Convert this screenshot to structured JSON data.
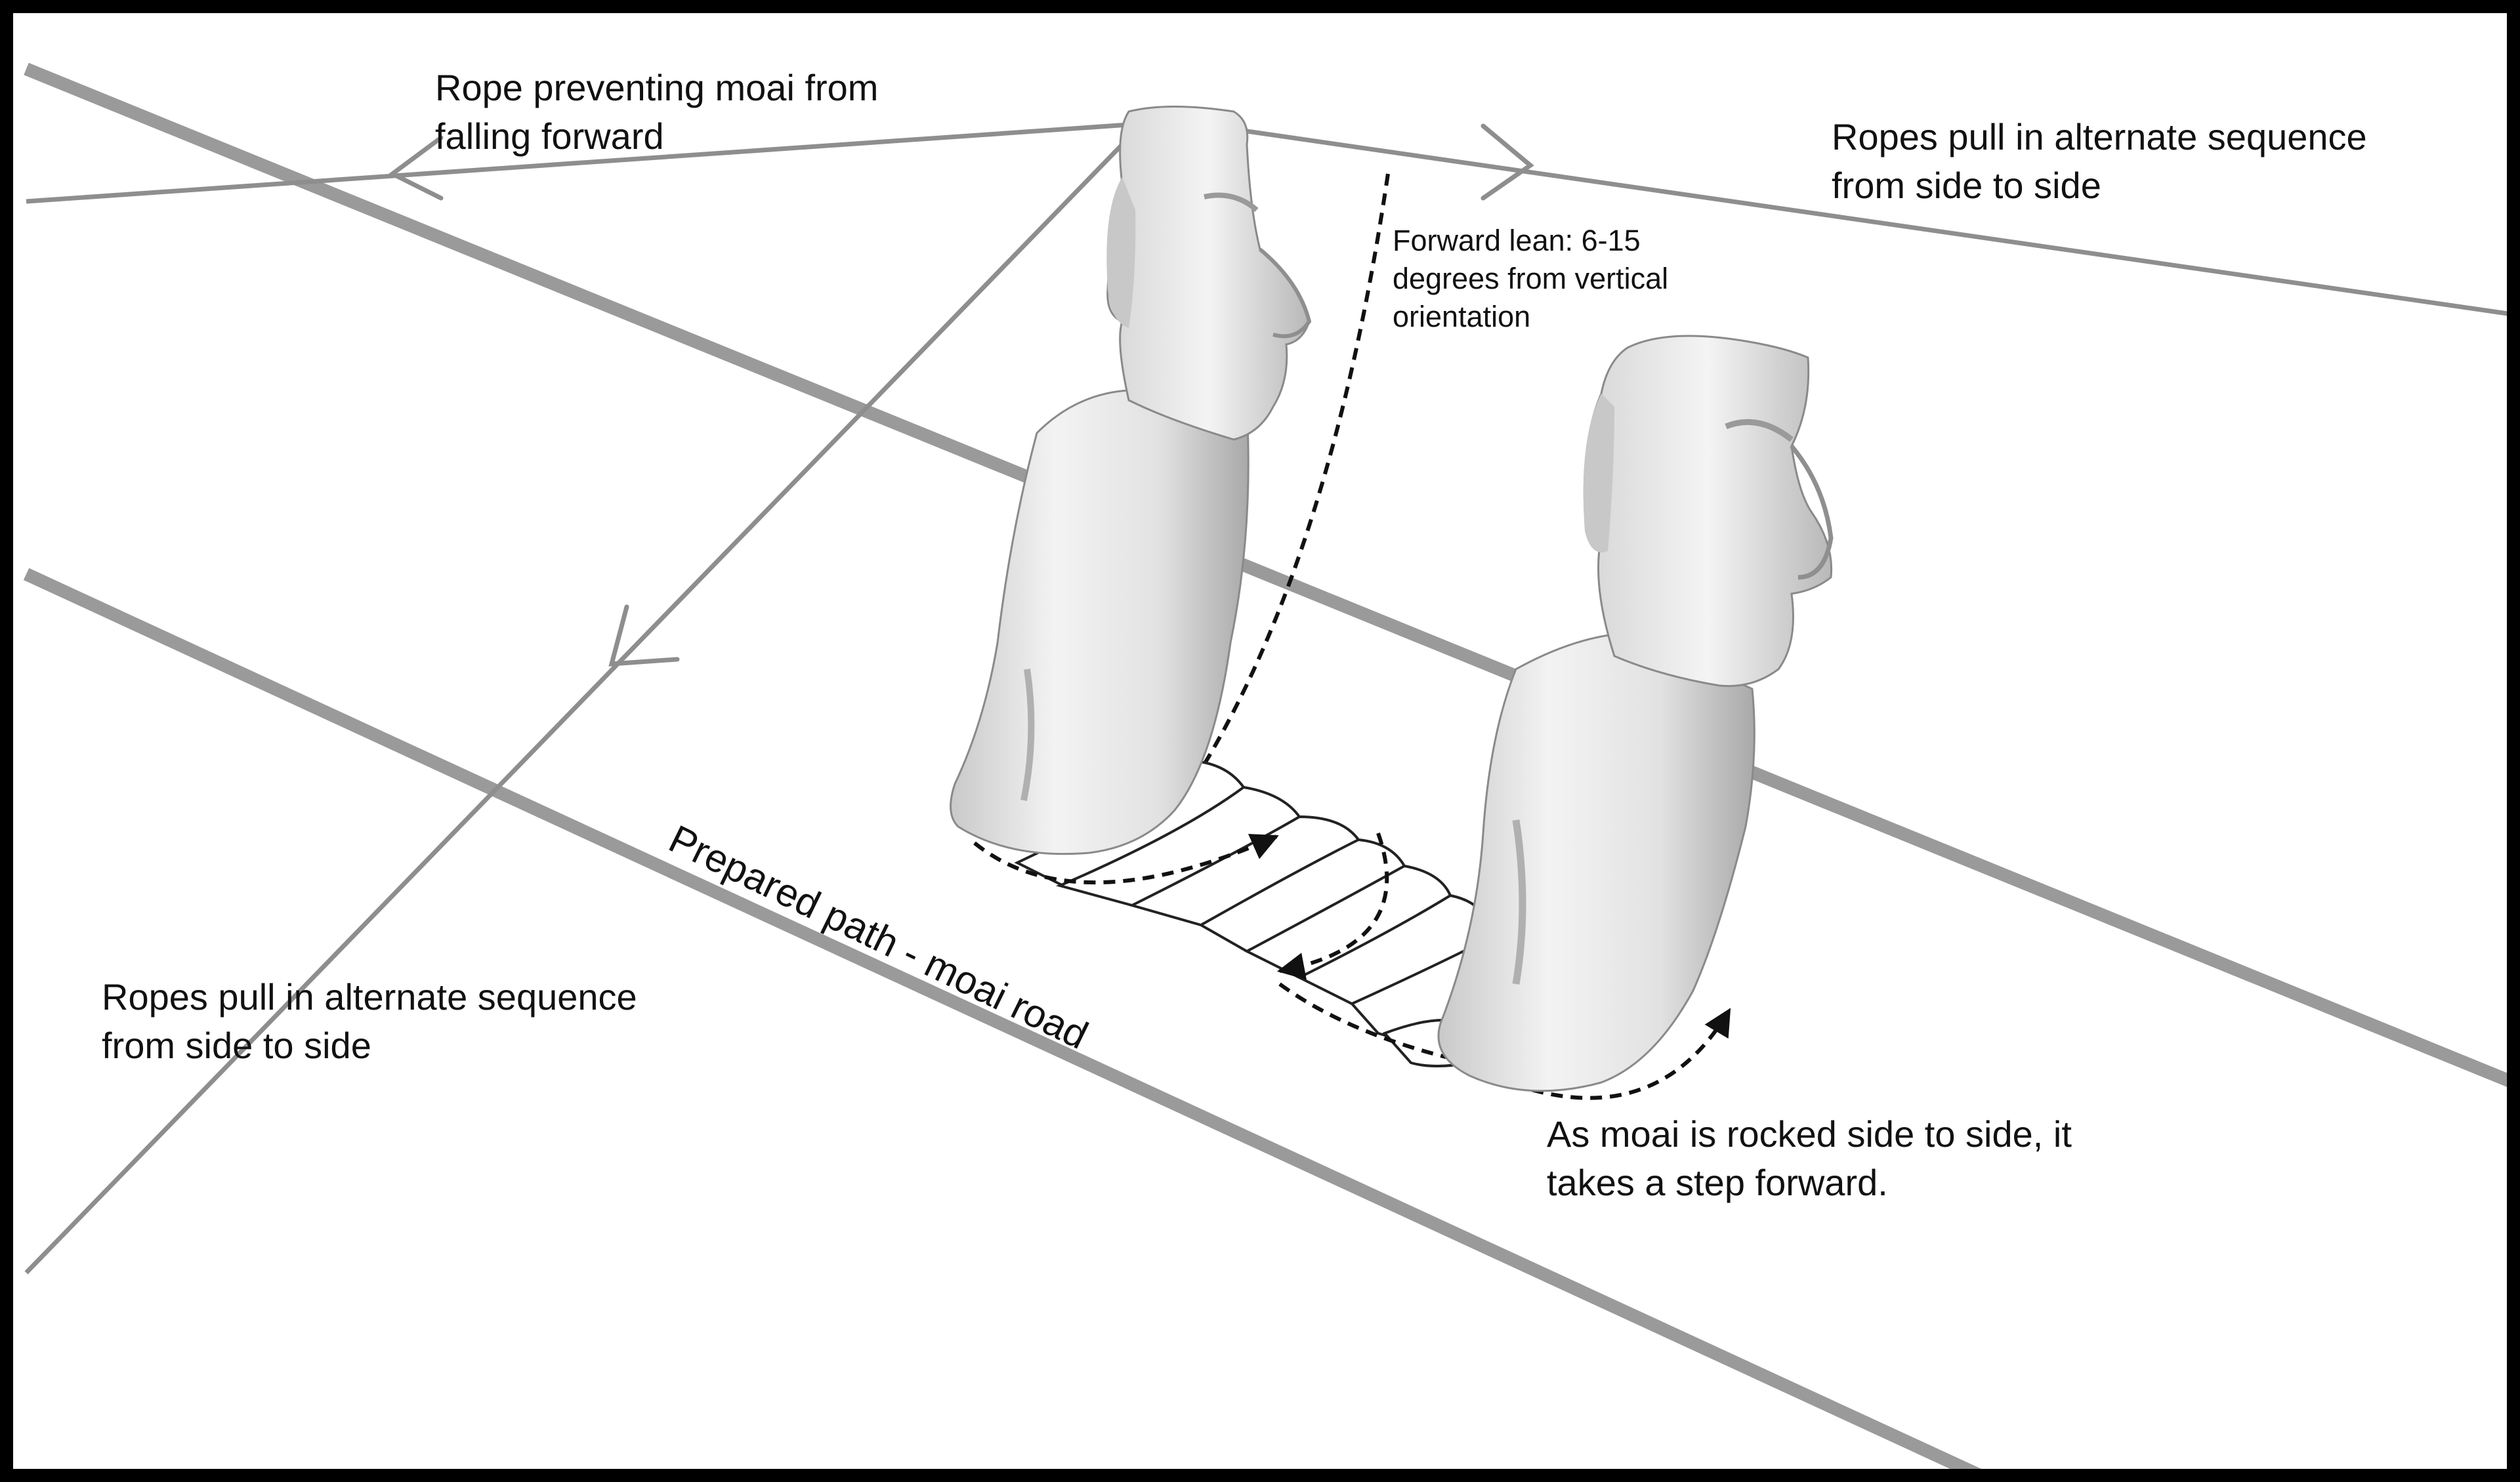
{
  "labels": {
    "rope_forward": [
      "Rope preventing moai from",
      "falling forward"
    ],
    "ropes_right": [
      "Ropes pull in alternate sequence",
      "from side to side"
    ],
    "forward_lean": [
      "Forward lean: 6-15",
      "degrees from vertical",
      "orientation"
    ],
    "ropes_left": [
      "Ropes pull in alternate sequence",
      "from side to side"
    ],
    "prepared_path": "Prepared path - moai road",
    "rocking_step": [
      "As moai is rocked side to side, it",
      "takes a step forward."
    ]
  },
  "colors": {
    "frame": "#000000",
    "background": "#ffffff",
    "rope": "#8e8e8e",
    "road_edge": "#9a9a9a",
    "moai_light": "#f2f2f2",
    "moai_shadow": "#9c9c9c",
    "annotation": "#111111"
  }
}
